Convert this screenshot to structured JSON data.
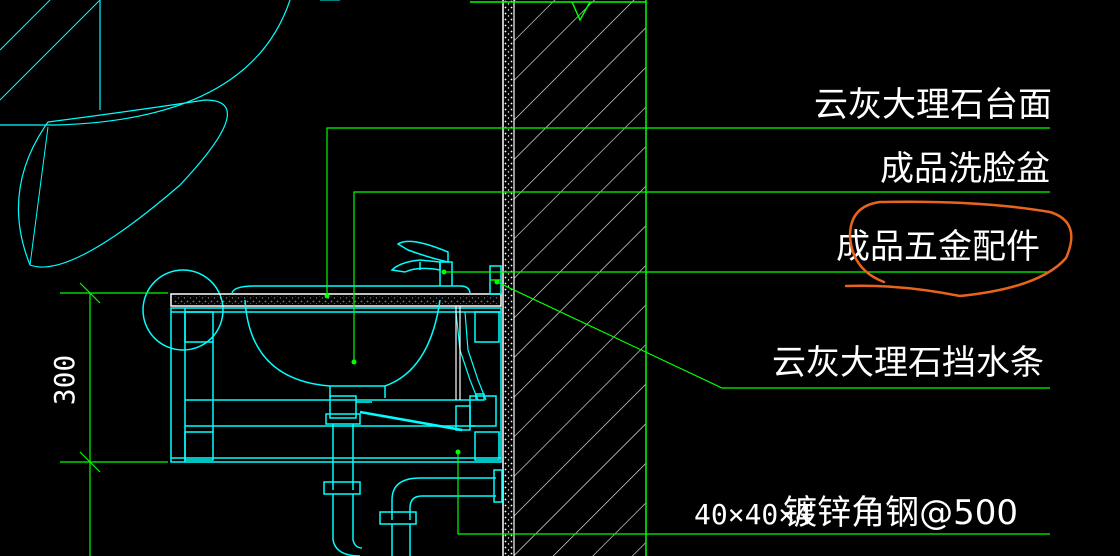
{
  "drawing": {
    "labels": {
      "countertop": "云灰大理石台面",
      "basin": "成品洗脸盆",
      "hardware": "成品五金配件",
      "splash_strip": "云灰大理石挡水条",
      "angle_steel_size": "40×40×4",
      "angle_steel": "镀锌角钢@500"
    },
    "dimension_height": "300"
  },
  "colors": {
    "background": "#000000",
    "cyan": "#00ffff",
    "green": "#00ff00",
    "white": "#ffffff",
    "highlight": "#e8641e"
  }
}
